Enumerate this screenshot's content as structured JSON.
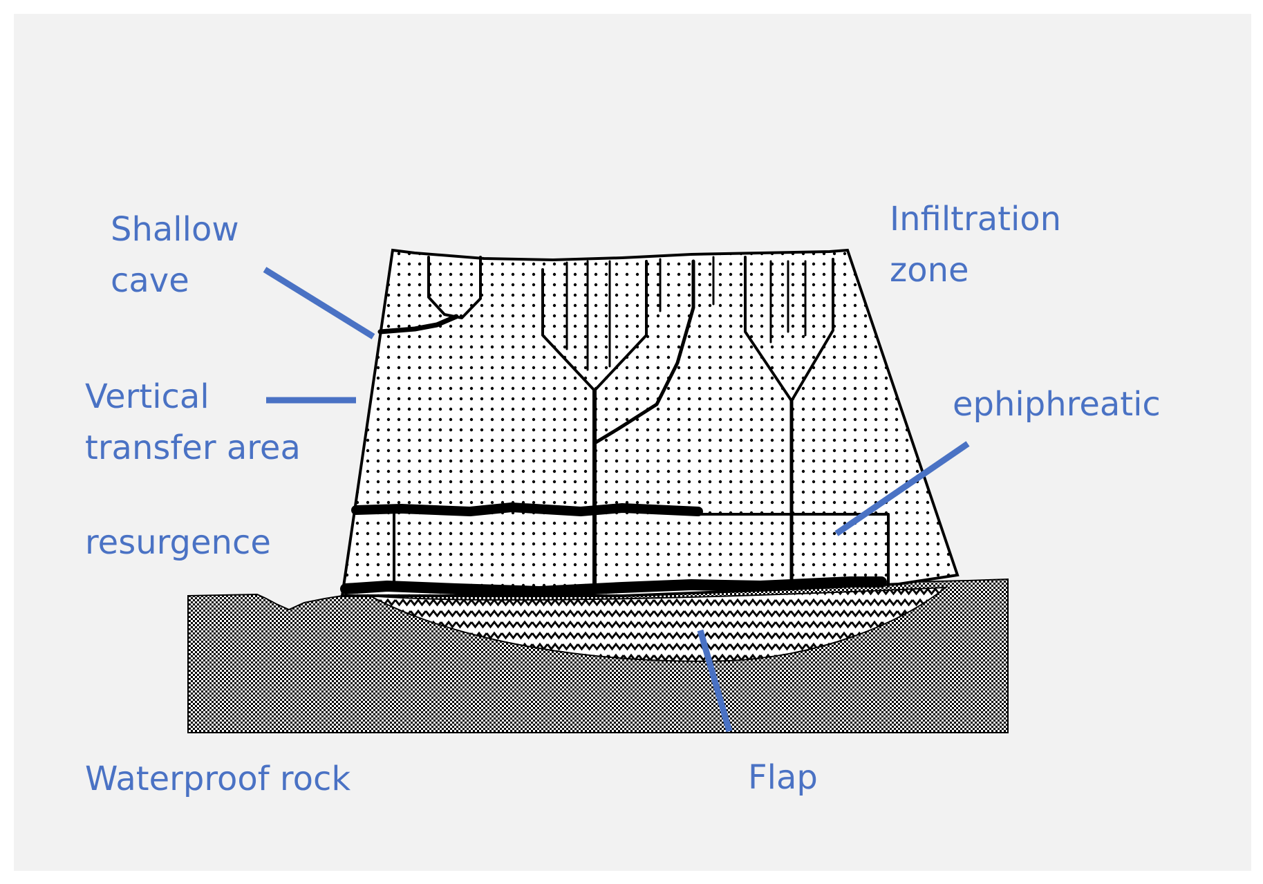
{
  "labels": {
    "shallow_cave": [
      "Shallow",
      "cave"
    ],
    "infiltration_zone": [
      "Infiltration",
      "zone"
    ],
    "vertical_transfer": [
      "Vertical",
      "transfer area"
    ],
    "ephiphreatic": "ephiphreatic",
    "resurgence": "resurgence",
    "waterproof_rock": "Waterproof rock",
    "flap": "Flap"
  },
  "colors": {
    "label_text": "#4a72c4",
    "leader_lines": "#4a72c4",
    "background": "#f2f2f2",
    "conduits": "#000000"
  }
}
